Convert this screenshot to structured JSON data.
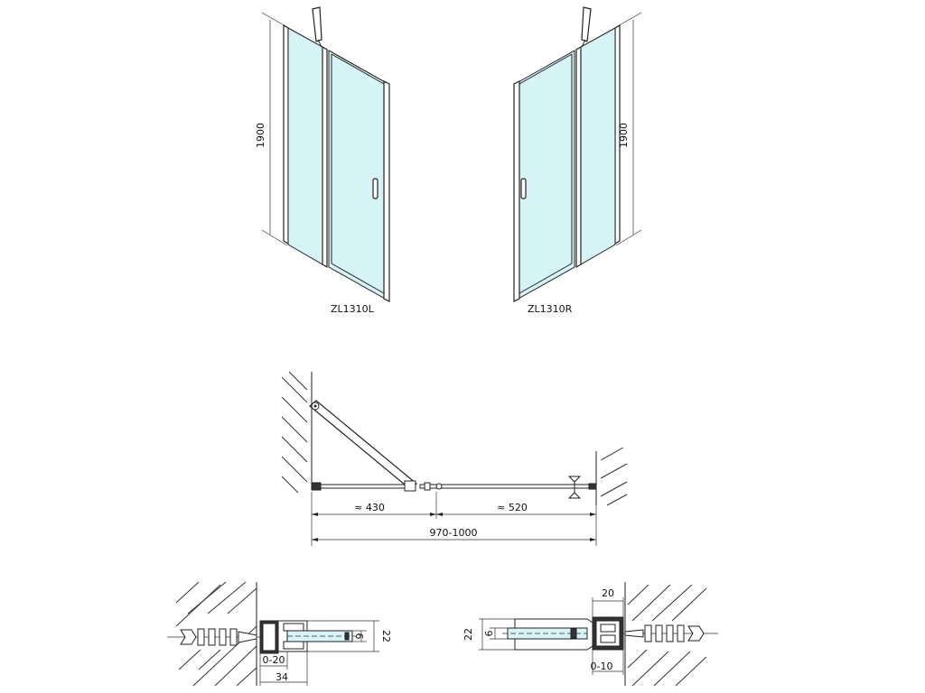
{
  "views": {
    "left_model": "ZL1310L",
    "right_model": "ZL1310R",
    "left_height": "1900",
    "right_height": "1900"
  },
  "plan": {
    "dim_left": "≈ 430",
    "dim_right": "≈ 520",
    "dim_total": "970-1000"
  },
  "profile_left": {
    "dim_22": "22",
    "dim_6": "6",
    "dim_adjust": "0-20",
    "dim_34": "34"
  },
  "profile_right": {
    "dim_20": "20",
    "dim_22": "22",
    "dim_6": "6",
    "dim_adjust": "0-10"
  },
  "colors": {
    "glass": "#d6f3f6",
    "line": "#222222"
  }
}
